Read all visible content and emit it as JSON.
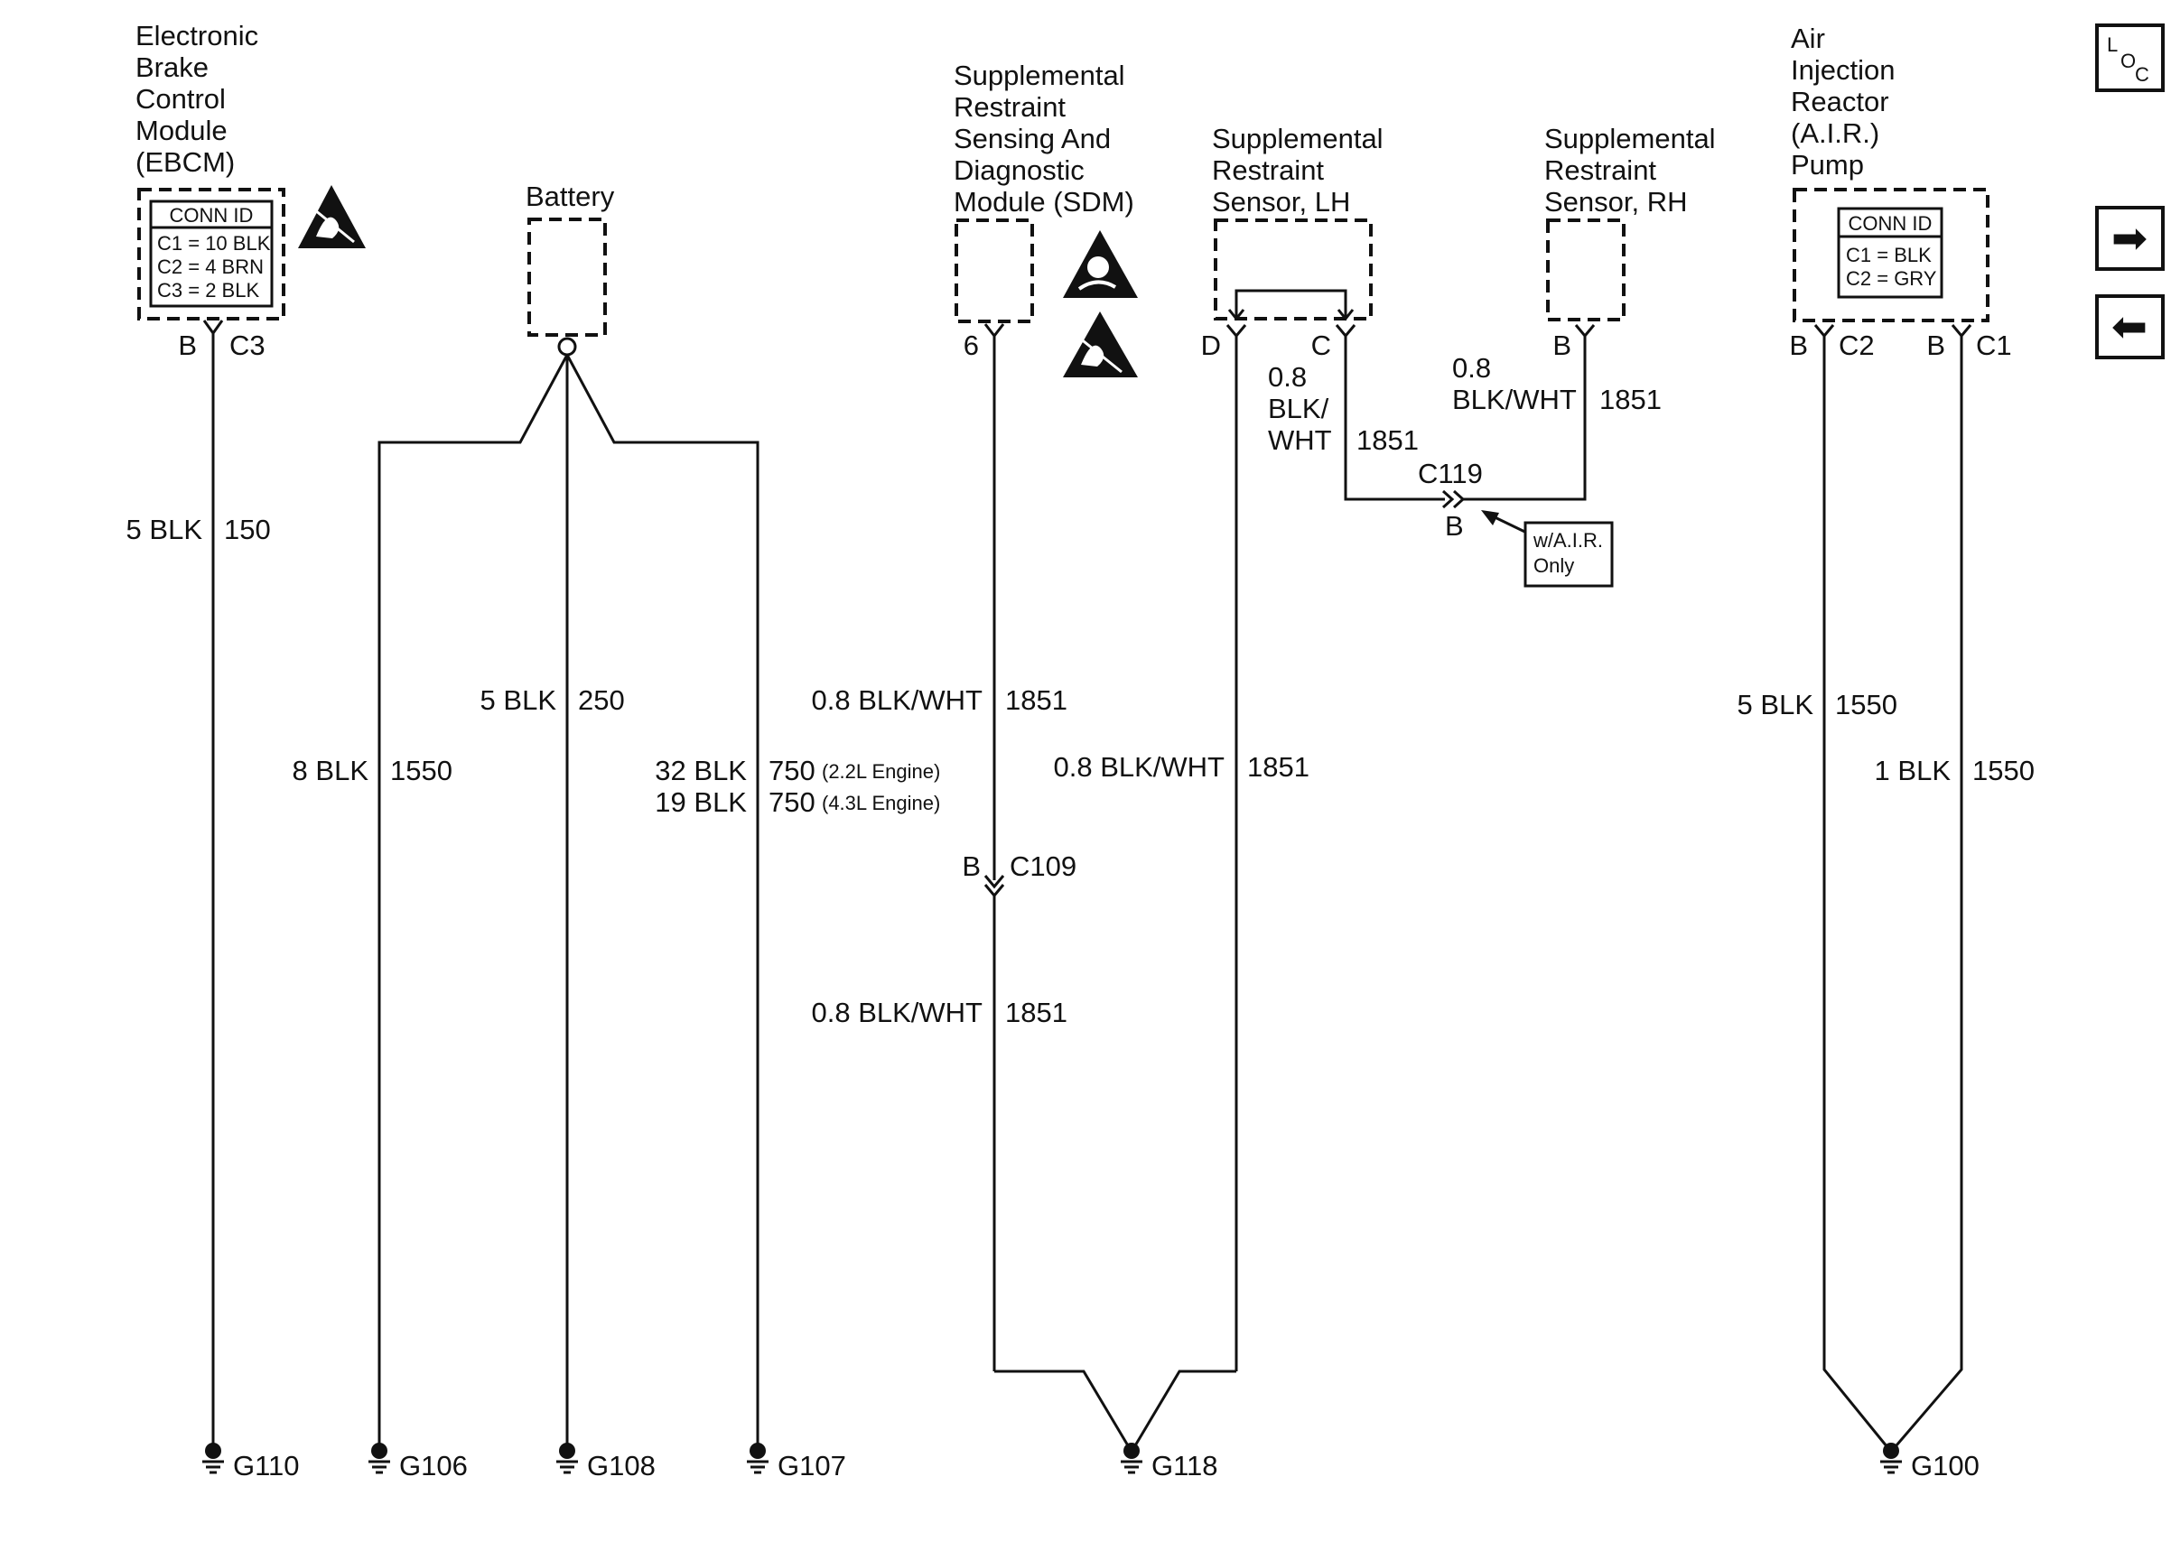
{
  "components": {
    "ebcm": {
      "name_lines": [
        "Electronic",
        "Brake",
        "Control",
        "Module",
        "(EBCM)"
      ],
      "conn_id_title": "CONN ID",
      "conn_id_rows": [
        "C1 = 10 BLK",
        "C2 = 4 BRN",
        "C3 = 2 BLK"
      ],
      "pin": "B",
      "connector": "C3"
    },
    "battery": {
      "name": "Battery"
    },
    "sdm": {
      "name_lines": [
        "Supplemental",
        "Restraint",
        "Sensing And",
        "Diagnostic",
        "Module (SDM)"
      ],
      "pin": "6"
    },
    "sensor_lh": {
      "name_lines": [
        "Supplemental",
        "Restraint",
        "Sensor, LH"
      ],
      "pin_d": "D",
      "pin_c": "C"
    },
    "sensor_rh": {
      "name_lines": [
        "Supplemental",
        "Restraint",
        "Sensor, RH"
      ],
      "pin": "B"
    },
    "air_pump": {
      "name_lines": [
        "Air",
        "Injection",
        "Reactor",
        "(A.I.R.)",
        "Pump"
      ],
      "conn_id_title": "CONN ID",
      "conn_id_rows": [
        "C1 = BLK",
        "C2 = GRY"
      ],
      "pin_left": "B",
      "conn_left": "C2",
      "pin_right": "B",
      "conn_right": "C1"
    }
  },
  "wires": {
    "ebcm": {
      "gauge_color": "5 BLK",
      "circuit": "150"
    },
    "bat_g106": {
      "gauge_color": "8 BLK",
      "circuit": "1550"
    },
    "bat_g108": {
      "gauge_color": "5 BLK",
      "circuit": "250"
    },
    "bat_g107": {
      "gauge_color_1": "32 BLK",
      "circuit_1": "750",
      "note_1": "(2.2L Engine)",
      "gauge_color_2": "19 BLK",
      "circuit_2": "750",
      "note_2": "(4.3L Engine)"
    },
    "sdm_upper": {
      "gauge_color": "0.8 BLK/WHT",
      "circuit": "1851"
    },
    "sdm_lower": {
      "gauge_color": "0.8 BLK/WHT",
      "circuit": "1851"
    },
    "sensor_lh_d": {
      "gauge_color": "0.8 BLK/WHT",
      "circuit": "1851"
    },
    "sensor_lh_c": {
      "gauge_lines": [
        "0.8",
        "BLK/",
        "WHT"
      ],
      "circuit": "1851"
    },
    "sensor_rh": {
      "gauge_lines": [
        "0.8",
        "BLK/WHT"
      ],
      "circuit": "1851"
    },
    "air_c2": {
      "gauge_color": "5 BLK",
      "circuit": "1550"
    },
    "air_c1": {
      "gauge_color": "1 BLK",
      "circuit": "1550"
    }
  },
  "connectors": {
    "c109": {
      "name": "C109",
      "pin": "B"
    },
    "c119": {
      "name": "C119",
      "pin": "B",
      "note_lines": [
        "w/A.I.R.",
        "Only"
      ]
    }
  },
  "grounds": [
    "G110",
    "G106",
    "G108",
    "G107",
    "G118",
    "G100"
  ],
  "nav": {
    "loc_letters": [
      "L",
      "O",
      "C"
    ],
    "next_glyph": "➡",
    "prev_glyph": "⬅"
  }
}
